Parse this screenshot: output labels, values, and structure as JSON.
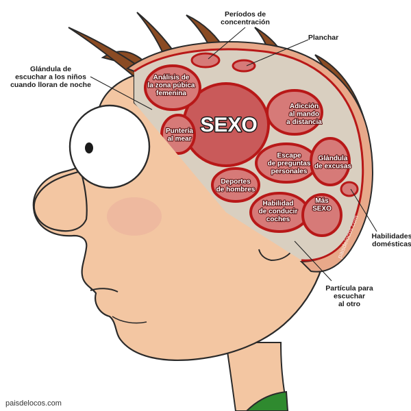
{
  "outer_labels": {
    "periodos": [
      "Períodos de",
      "concentración"
    ],
    "planchar": [
      "Planchar"
    ],
    "glandula_ninos": [
      "Glándula de",
      "escuchar a los niños",
      "cuando lloran de noche"
    ],
    "habilidades": [
      "Habilidades",
      "domésticas"
    ],
    "particula": [
      "Partícula para",
      "escuchar",
      "al otro"
    ]
  },
  "brain_labels": {
    "sexo": [
      "SEXO"
    ],
    "analisis": [
      "Análisis de",
      "la zona púbica",
      "femenina"
    ],
    "punteria": [
      "Puntería",
      "al mear"
    ],
    "adiccion": [
      "Adicción",
      "al mando",
      "a distancia"
    ],
    "escape": [
      "Escape",
      "de preguntas",
      "personales"
    ],
    "glandula_excusas": [
      "Glándula",
      "de excusas"
    ],
    "deportes": [
      "Deportes",
      "de hombres"
    ],
    "habilidad": [
      "Habilidad",
      "de conducir",
      "coches"
    ],
    "mas_sexo": [
      "Más",
      "SEXO"
    ]
  },
  "watermark": "paisdelocos.com",
  "side_watermark": "paisdelocos.com",
  "colors": {
    "skin": "#f3c6a2",
    "skin_outline": "#2a2a2a",
    "hair": "#8a4b23",
    "brain_fill": "#c95a5a",
    "brain_cell": "#d67a78",
    "brain_border": "#b81818",
    "skull": "#e8a98a",
    "shirt": "#2f8a2f"
  }
}
